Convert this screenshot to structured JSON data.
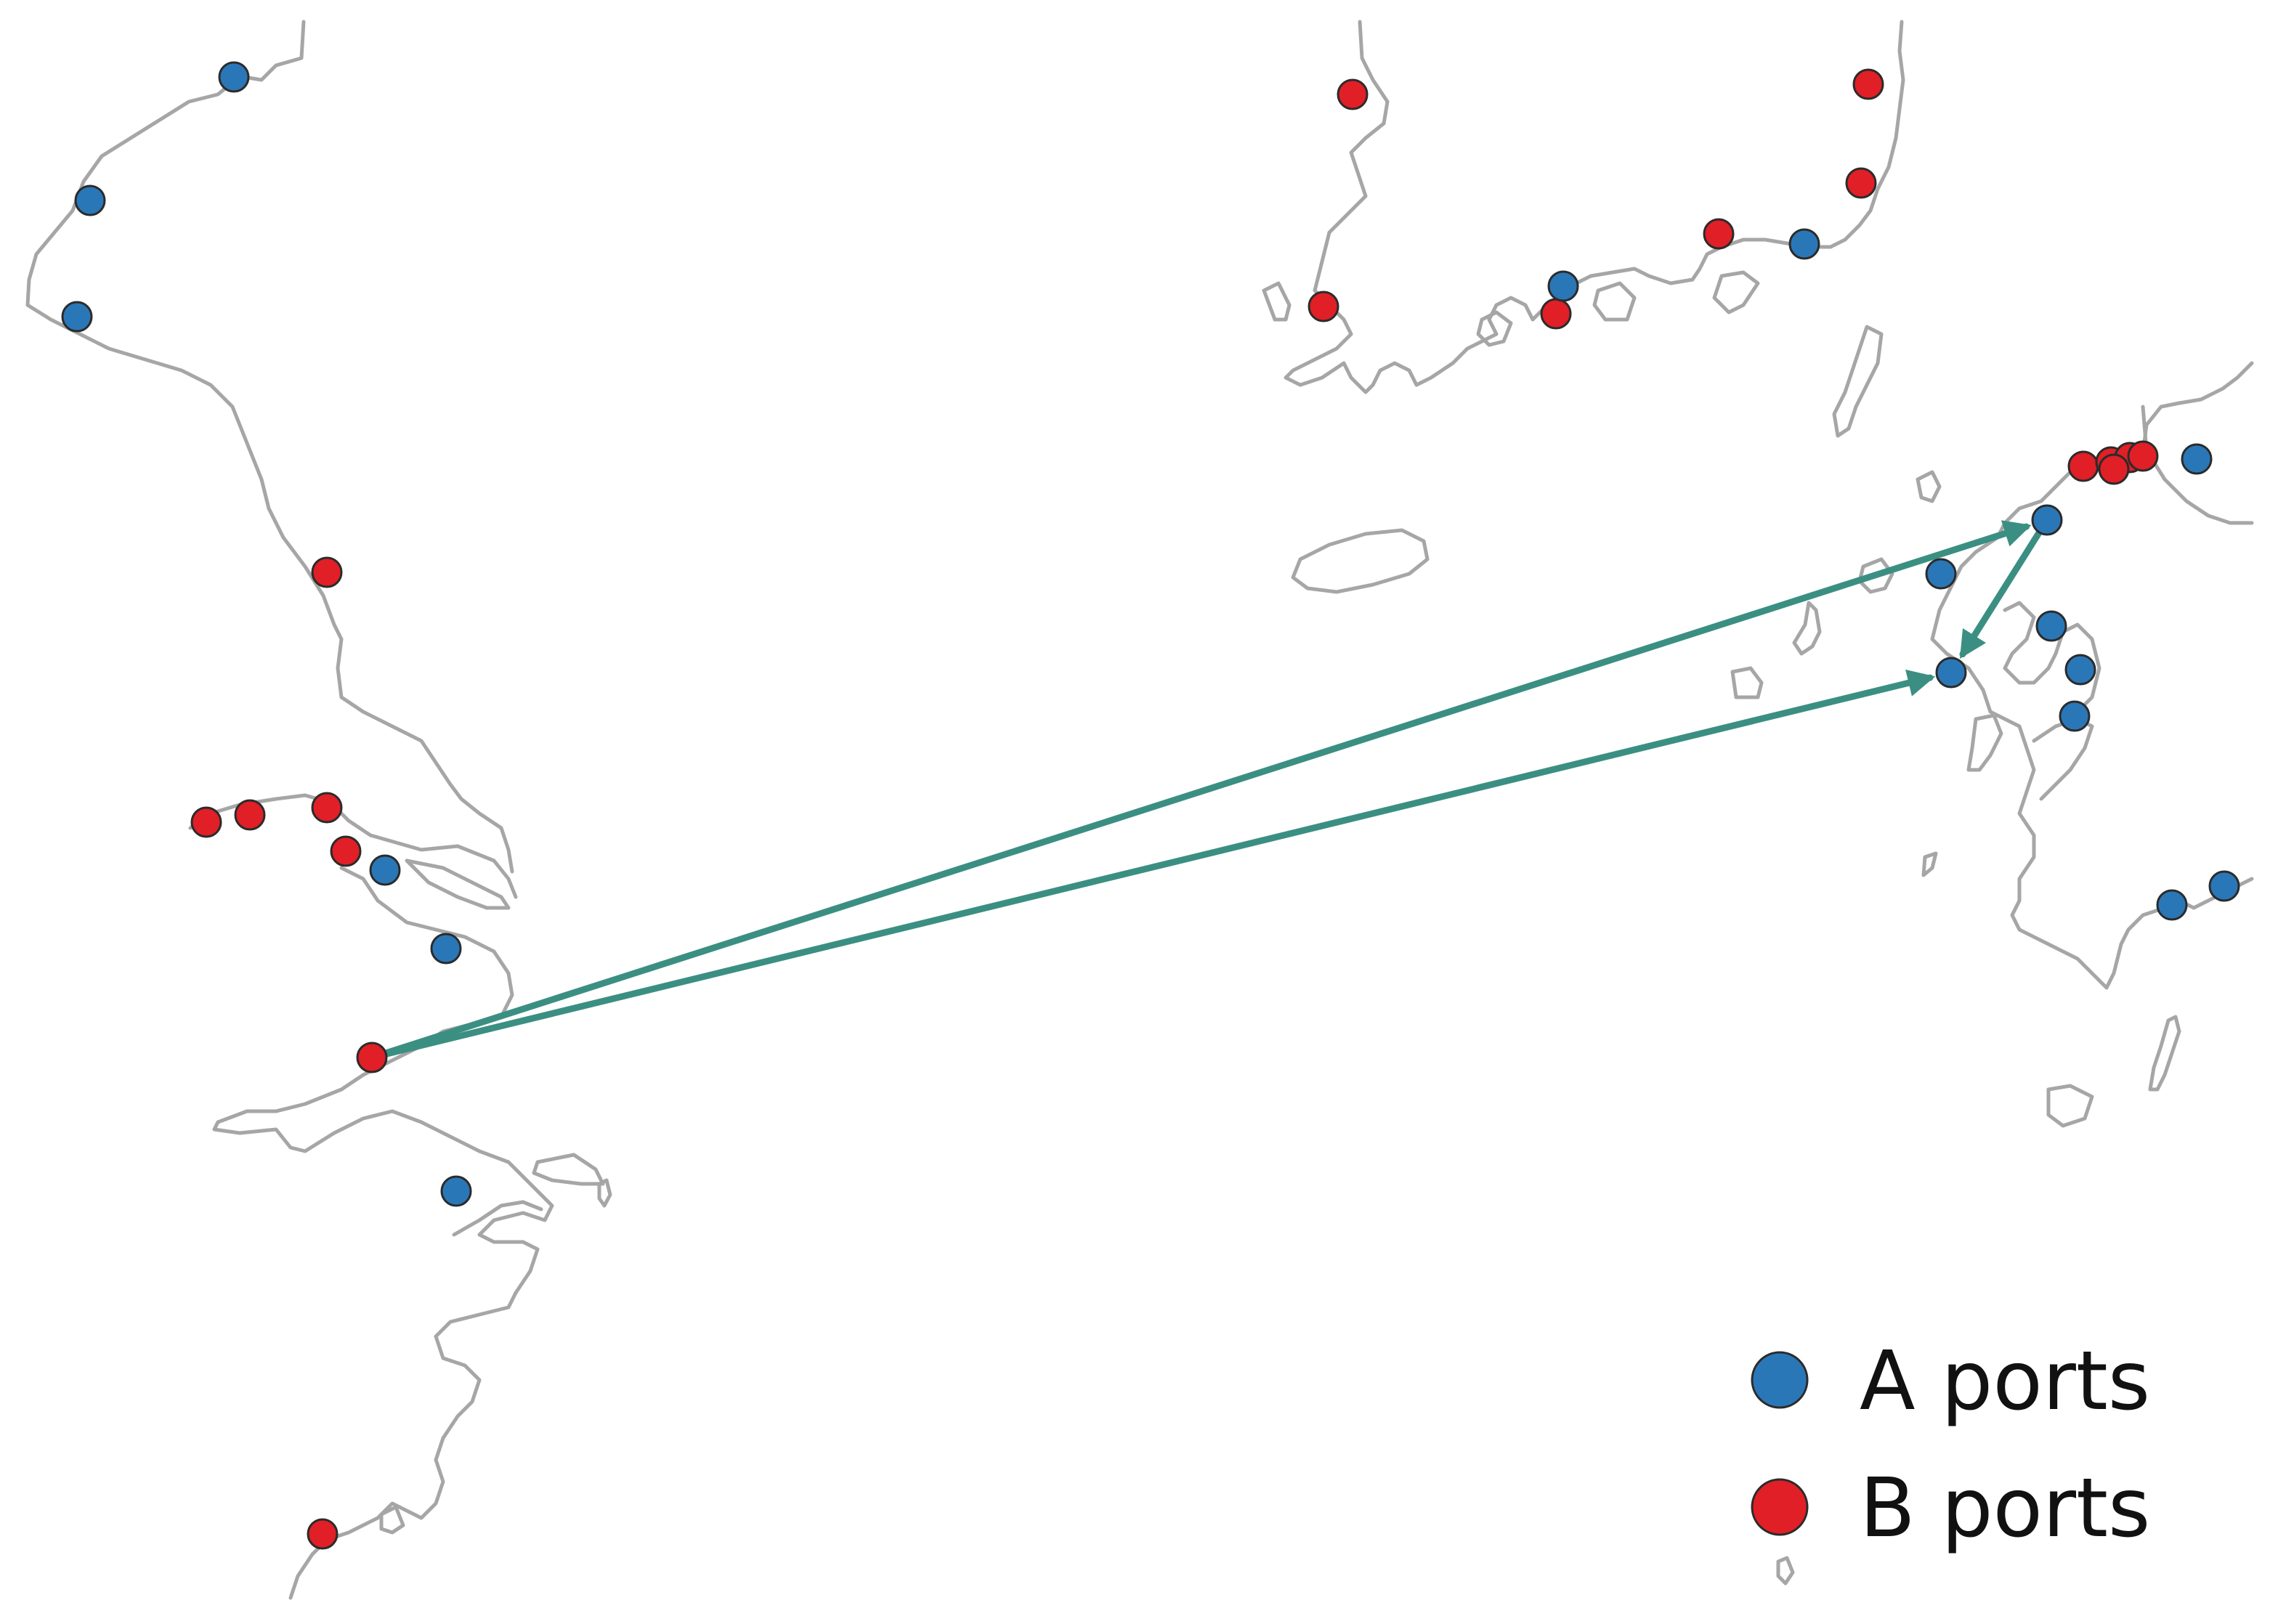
{
  "colors": {
    "port_a": "#2a77b8",
    "port_b": "#e01f26",
    "route": "#3b8f82",
    "coast": "#a6a6a6"
  },
  "legend": {
    "items": [
      {
        "key": "A",
        "label": "A ports"
      },
      {
        "key": "B",
        "label": "B ports"
      }
    ]
  },
  "ports": {
    "A": [
      {
        "id": "a1"
      },
      {
        "id": "a2"
      },
      {
        "id": "a3"
      },
      {
        "id": "a4"
      },
      {
        "id": "a5"
      },
      {
        "id": "a6"
      },
      {
        "id": "a7"
      },
      {
        "id": "a8"
      },
      {
        "id": "a9"
      },
      {
        "id": "a10"
      },
      {
        "id": "a11"
      },
      {
        "id": "a12"
      },
      {
        "id": "a13"
      },
      {
        "id": "a14"
      },
      {
        "id": "a15"
      },
      {
        "id": "a16"
      },
      {
        "id": "a17"
      }
    ],
    "B": [
      {
        "id": "b1"
      },
      {
        "id": "b2"
      },
      {
        "id": "b3"
      },
      {
        "id": "b4"
      },
      {
        "id": "b5"
      },
      {
        "id": "b6"
      },
      {
        "id": "b7"
      },
      {
        "id": "b8"
      },
      {
        "id": "b9"
      },
      {
        "id": "b10"
      },
      {
        "id": "b11"
      },
      {
        "id": "b12"
      },
      {
        "id": "b13"
      },
      {
        "id": "b14"
      },
      {
        "id": "b15"
      },
      {
        "id": "b16"
      },
      {
        "id": "b17"
      },
      {
        "id": "b18"
      }
    ]
  },
  "routes": [
    {
      "from": "b15",
      "to": "a10"
    },
    {
      "from": "a10",
      "to": "a14"
    },
    {
      "from": "b15",
      "to": "a14"
    }
  ]
}
